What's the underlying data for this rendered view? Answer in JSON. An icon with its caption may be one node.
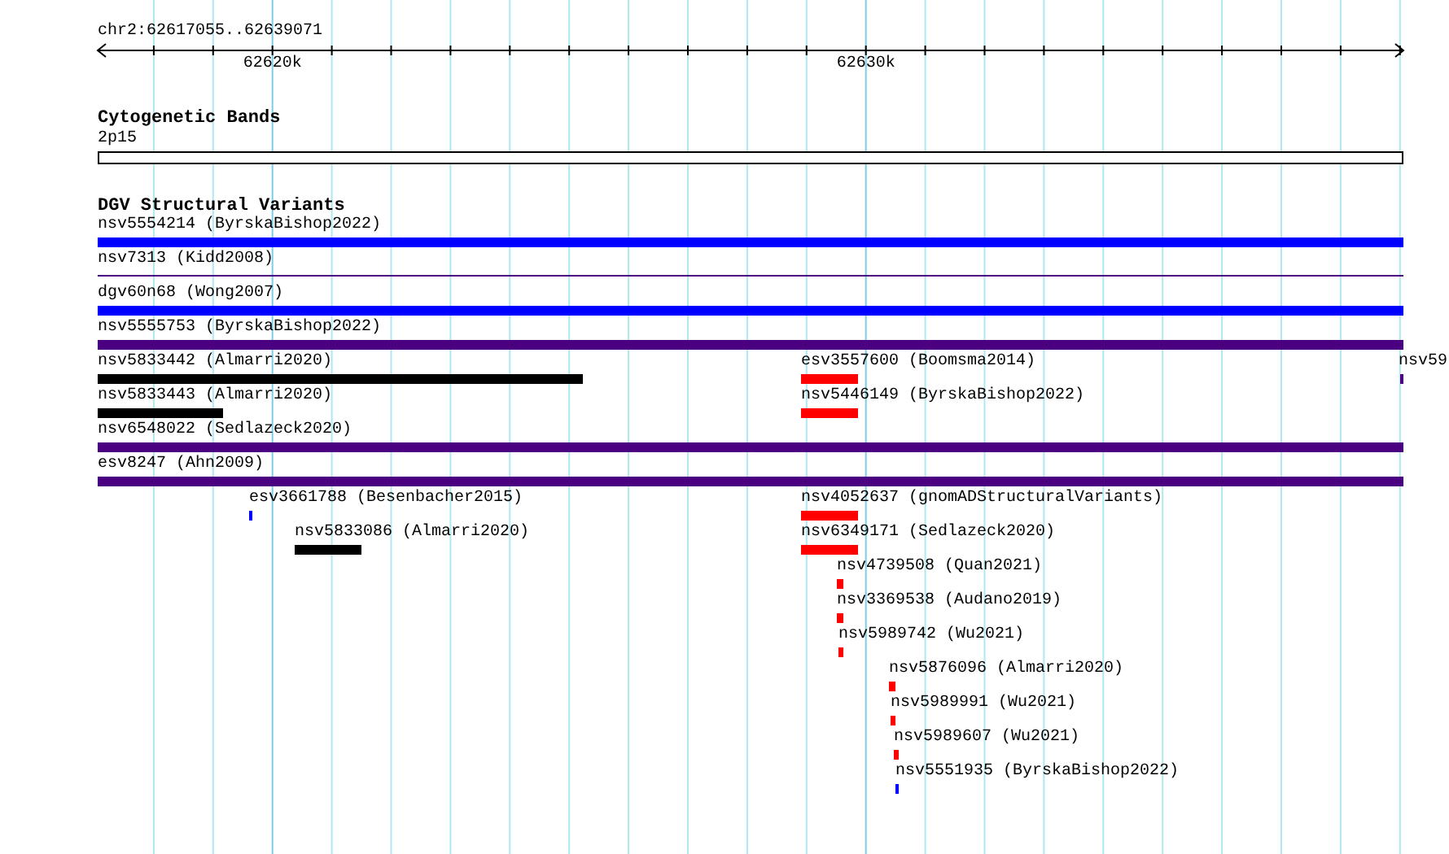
{
  "diagram": {
    "nodes": [
      {
        "text": [
          "2p15"
        ]
      },
      {
        "text": [
          "nsv5554214 (ByrskaBishop2022)"
        ]
      },
      {
        "text": [
          "nsv7313 (Kidd2008)"
        ]
      },
      {
        "text": [
          "dgv60n68 (Wong2007)"
        ]
      },
      {
        "text": [
          "nsv5555753 (ByrskaBishop2022)"
        ]
      },
      {
        "text": [
          "nsv5833442 (Almarri2020)"
        ]
      },
      {
        "text": [
          "esv3557600 (Boomsma2014)"
        ]
      },
      {
        "text": [
          "nsv59"
        ]
      },
      {
        "text": [
          "nsv5833443 (Almarri2020)"
        ]
      },
      {
        "text": [
          "nsv5446149 (ByrskaBishop2022)"
        ]
      },
      {
        "text": [
          "nsv6548022 (Sedlazeck2020)"
        ]
      },
      {
        "text": [
          "esv8247 (Ahn2009)"
        ]
      },
      {
        "text": [
          "esv3661788 (Besenbacher2015)"
        ]
      },
      {
        "text": [
          "nsv4052637 (gnomADStructuralVariants)"
        ]
      },
      {
        "text": [
          "nsv5833086 (Almarri2020)"
        ]
      },
      {
        "text": [
          "nsv6349171 (Sedlazeck2020)"
        ]
      },
      {
        "text": [
          "nsv4739508 (Quan2021)"
        ]
      },
      {
        "text": [
          "nsv3369538 (Audano2019)"
        ]
      },
      {
        "text": [
          "nsv5989742 (Wu2021)"
        ]
      },
      {
        "text": [
          "nsv5876096 (Almarri2020)"
        ]
      },
      {
        "text": [
          "nsv5989991 (Wu2021)"
        ]
      },
      {
        "text": [
          "nsv5989607 (Wu2021)"
        ]
      },
      {
        "text": [
          "nsv5551935 (ByrskaBishop2022)"
        ]
      }
    ],
    "labels": [
      "chr2:62617055..62639071",
      "62620k",
      "62630k",
      "Cytogenetic Bands",
      "DGV Structural Variants"
    ]
  }
}
